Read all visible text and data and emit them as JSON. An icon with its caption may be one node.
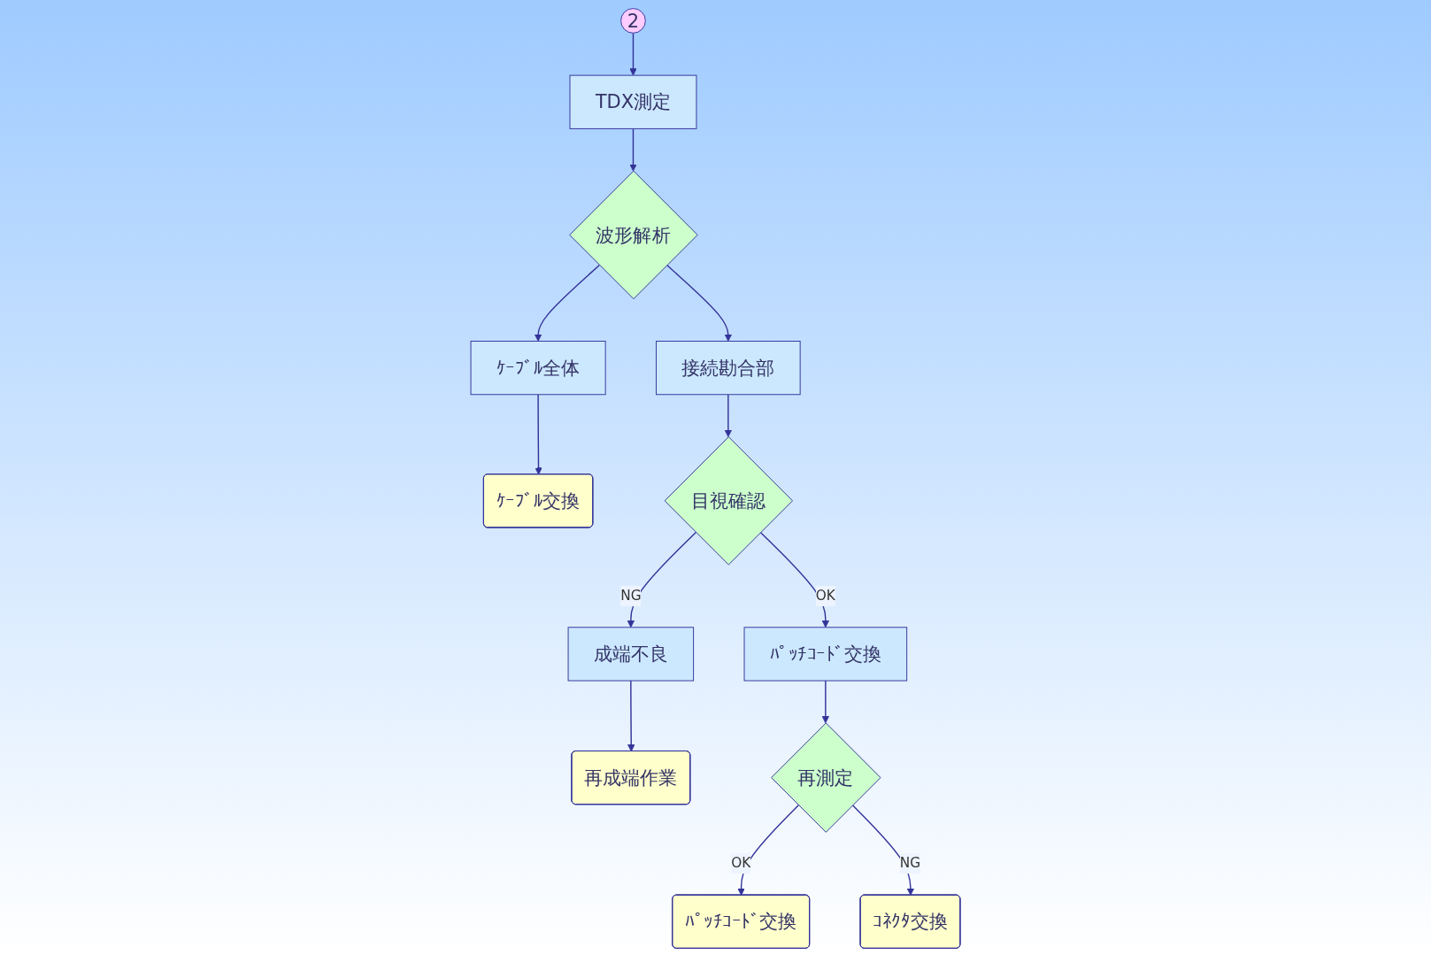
{
  "diagram": {
    "nodes": [
      {
        "text": [
          "2"
        ]
      },
      {
        "text": [
          "TDX測定"
        ]
      },
      {
        "text": [
          "波形解析"
        ]
      },
      {
        "text": [
          "ｹｰﾌﾞﾙ全体"
        ]
      },
      {
        "text": [
          "ｹｰﾌﾞﾙ交換"
        ]
      },
      {
        "text": [
          "接続勘合部"
        ]
      },
      {
        "text": [
          "目視確認"
        ]
      },
      {
        "text": [
          "成端不良"
        ]
      },
      {
        "text": [
          "再成端作業"
        ]
      },
      {
        "text": [
          "ﾊﾟｯﾁｺｰﾄﾞ交換"
        ]
      },
      {
        "text": [
          "再測定"
        ]
      },
      {
        "text": [
          "ﾊﾟｯﾁｺｰﾄﾞ交換"
        ]
      },
      {
        "text": [
          "ｺﾈｸﾀ交換"
        ]
      }
    ],
    "edges": [
      {
        "from": 0,
        "to": 1,
        "arrow": "to"
      },
      {
        "from": 1,
        "to": 2,
        "arrow": "to"
      },
      {
        "from": 2,
        "to": 3,
        "arrow": "to"
      },
      {
        "from": 3,
        "to": 4,
        "arrow": "to"
      },
      {
        "from": 2,
        "to": 5,
        "arrow": "to"
      },
      {
        "from": 5,
        "to": 6,
        "arrow": "to"
      },
      {
        "from": 6,
        "to": 7,
        "arrow": "to",
        "label": "NG"
      },
      {
        "from": 7,
        "to": 8,
        "arrow": "to"
      },
      {
        "from": 6,
        "to": 9,
        "arrow": "to",
        "label": "OK"
      },
      {
        "from": 9,
        "to": 10,
        "arrow": "to"
      },
      {
        "from": 10,
        "to": 11,
        "arrow": "to",
        "label": "OK"
      },
      {
        "from": 10,
        "to": 12,
        "arrow": "to",
        "label": "NG"
      }
    ]
  }
}
